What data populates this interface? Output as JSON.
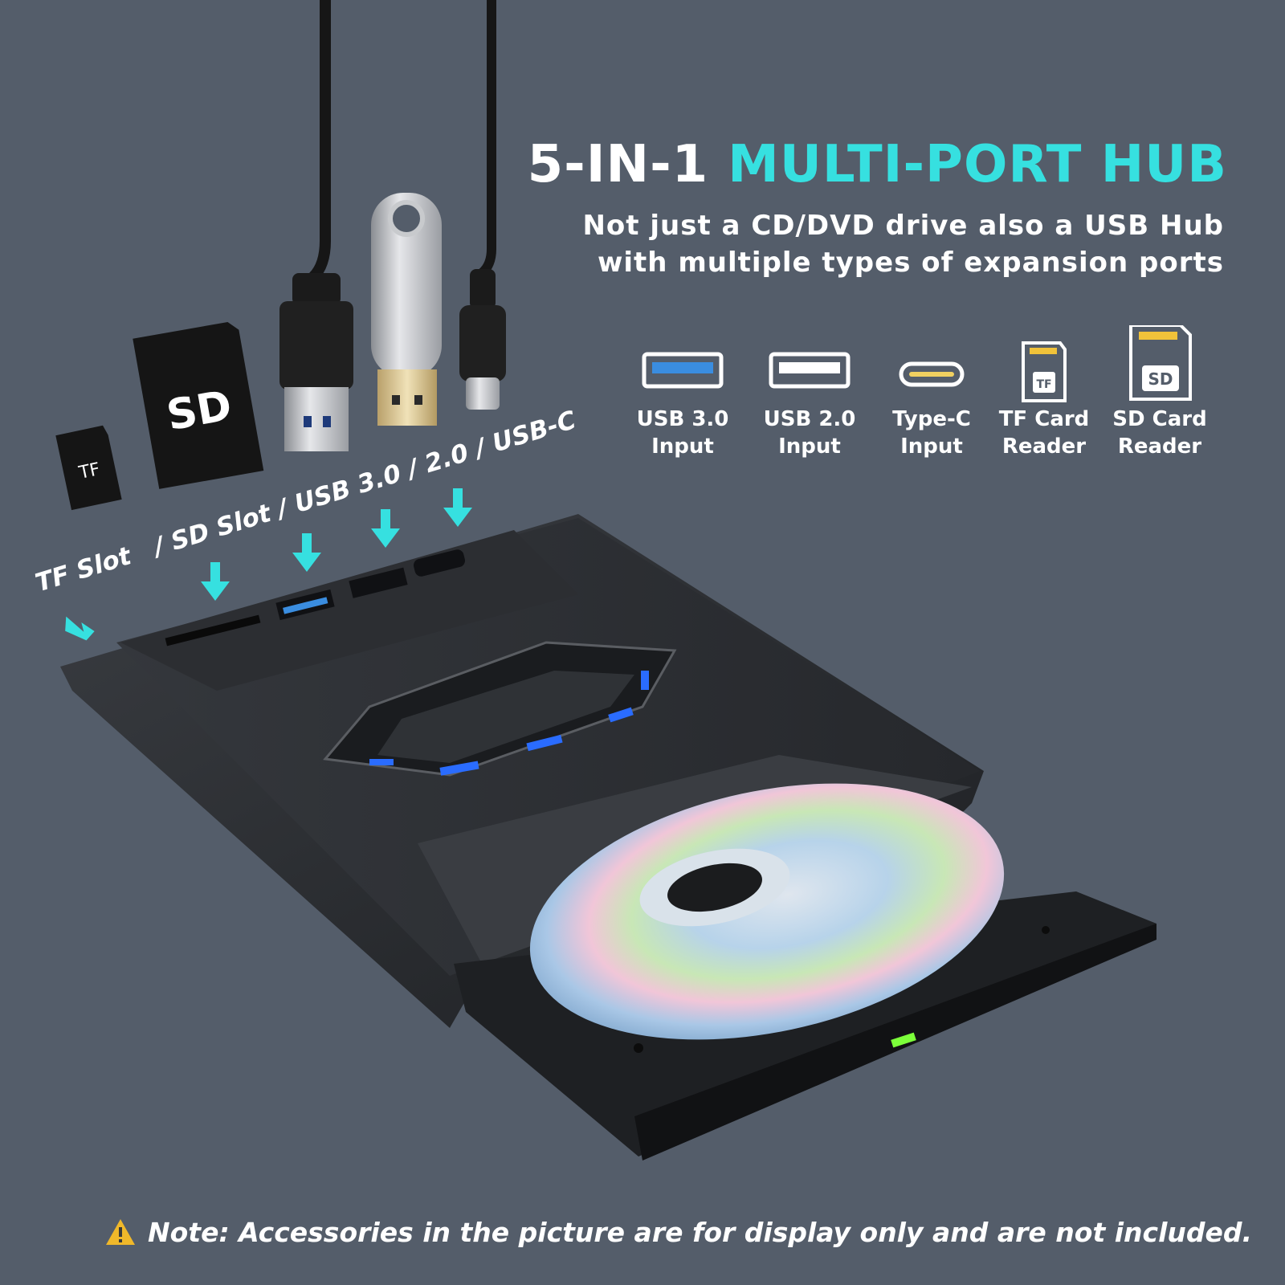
{
  "header": {
    "title_part1": "5-IN-1",
    "title_part2": "MULTI-PORT HUB",
    "subtitle_line1": "Not just a CD/DVD drive also a USB Hub",
    "subtitle_line2": "with multiple types of expansion ports"
  },
  "features": [
    {
      "icon": "usb-3-port-icon",
      "line1": "USB 3.0",
      "line2": "Input"
    },
    {
      "icon": "usb-2-port-icon",
      "line1": "USB 2.0",
      "line2": "Input"
    },
    {
      "icon": "type-c-port-icon",
      "line1": "Type-C",
      "line2": "Input"
    },
    {
      "icon": "tf-card-icon",
      "line1": "TF Card",
      "line2": "Reader",
      "card_text": "TF"
    },
    {
      "icon": "sd-card-icon",
      "line1": "SD Card",
      "line2": "Reader",
      "card_text": "SD"
    }
  ],
  "port_labels": {
    "tf": "TF Slot",
    "rest": "/ SD Slot / USB 3.0 / 2.0 / USB-C"
  },
  "accessories": {
    "tf_card_text": "TF",
    "sd_card_text": "SD"
  },
  "note": {
    "text": "Note: Accessories in the picture are for display only and are not included."
  },
  "colors": {
    "background": "#545d6a",
    "accent_cyan": "#36e0e0",
    "usb3_blue": "#3a8de0",
    "led_blue": "#2a6cff",
    "drive_body": "#2a2c30",
    "status_green": "#7cff3a"
  }
}
